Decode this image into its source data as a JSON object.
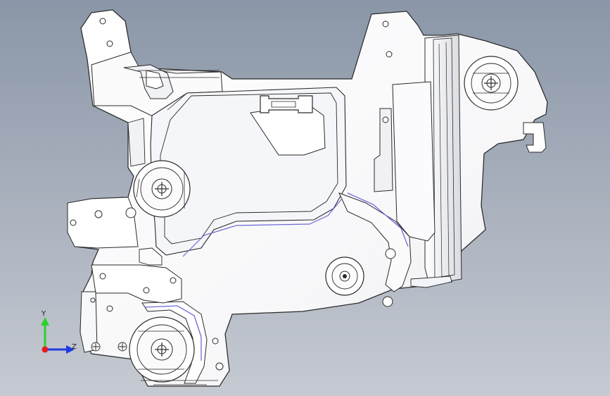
{
  "viewport": {
    "background_top": "#8a96a7",
    "background_bottom": "#c6cad2",
    "part_fill": "#ffffff",
    "part_outline": "#2a2a2a",
    "highlight_edge": "#6c69d8"
  },
  "triad": {
    "y_label": "Y",
    "z_label": "Z",
    "y_color": "#2bd22b",
    "z_color": "#1f3be3",
    "x_color": "#e01f1f"
  },
  "icons": {
    "y_axis": "y-axis-arrow",
    "z_axis": "z-axis-arrow",
    "x_axis": "x-axis-origin"
  }
}
